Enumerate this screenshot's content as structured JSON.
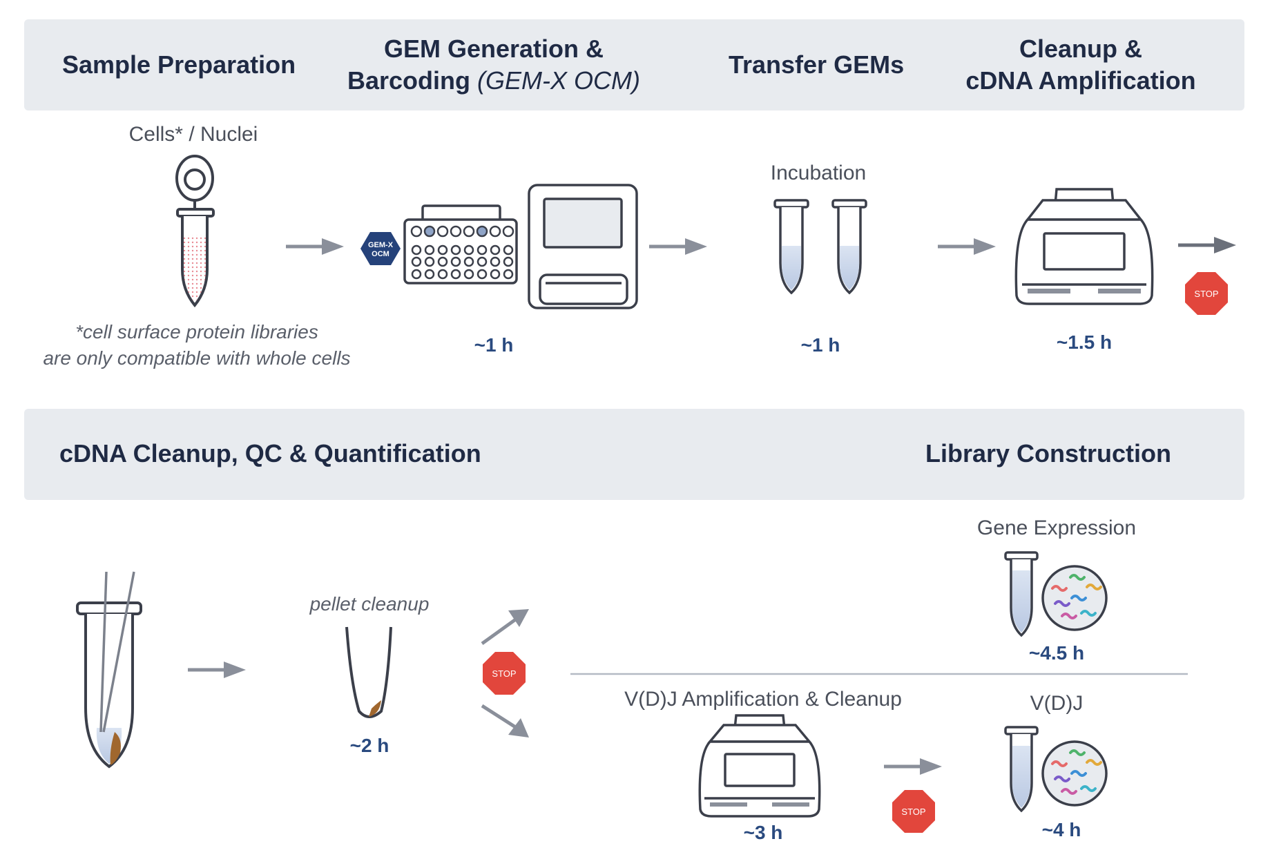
{
  "top_row": {
    "headers": {
      "sample_prep": "Sample Preparation",
      "gem_gen_line1": "GEM Generation &",
      "gem_gen_line2": "Barcoding",
      "gem_gen_italic": "(GEM-X OCM)",
      "transfer": "Transfer GEMs",
      "cleanup_line1": "Cleanup &",
      "cleanup_line2": "cDNA Amplification"
    },
    "cells_label": "Cells* / Nuclei",
    "footnote_line1": "*cell surface protein libraries",
    "footnote_line2": "are only compatible with whole cells",
    "chip_badge_line1": "GEM-X",
    "chip_badge_line2": "OCM",
    "incubation_label": "Incubation",
    "times": {
      "gem": "~1 h",
      "incubation": "~1 h",
      "amplification": "~1.5 h"
    }
  },
  "bottom_row": {
    "headers": {
      "cdna": "cDNA Cleanup, QC & Quantification",
      "library": "Library Construction"
    },
    "pellet_label": "pellet cleanup",
    "gene_expression_label": "Gene Expression",
    "vdj_amp_label": "V(D)J Amplification & Cleanup",
    "vdj_label": "V(D)J",
    "times": {
      "pellet": "~2 h",
      "gene_expression": "~4.5 h",
      "vdj_amp": "~3 h",
      "vdj": "~4 h"
    }
  },
  "stop_text": "STOP",
  "colors": {
    "banner": "#e8ebef",
    "navy": "#1f2a44",
    "accent_blue": "#2a4a7f",
    "stop_red": "#e2463c",
    "arrow": "#8a8f9a",
    "outline": "#3b3f4a"
  }
}
